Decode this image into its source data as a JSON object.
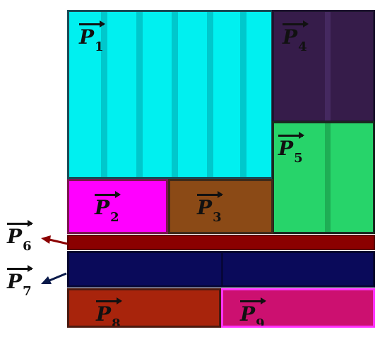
{
  "partitions": [
    {
      "id": "P1",
      "main": "P",
      "sub": "1",
      "fill": "#00f0f0",
      "stripe": "#00c4c8",
      "border": "#1a4a55"
    },
    {
      "id": "P2",
      "main": "P",
      "sub": "2",
      "fill": "#ff00ff",
      "border": "#7a1650"
    },
    {
      "id": "P3",
      "main": "P",
      "sub": "3",
      "fill": "#8b4a16",
      "border": "#3f2a1a"
    },
    {
      "id": "P4",
      "main": "P",
      "sub": "4",
      "fill": "#361c4a",
      "stripe": "#452960",
      "border": "#1e1530"
    },
    {
      "id": "P5",
      "main": "P",
      "sub": "5",
      "fill": "#27d46a",
      "stripe": "#1eae55",
      "border": "#1a2a20"
    },
    {
      "id": "P6",
      "main": "P",
      "sub": "6",
      "fill": "#8b0000",
      "border": "#5a0000"
    },
    {
      "id": "P7",
      "main": "P",
      "sub": "7",
      "fill": "#0a0a5a",
      "border": "#050530"
    },
    {
      "id": "P8",
      "main": "P",
      "sub": "8",
      "fill": "#a8240c",
      "border": "#4a1a10"
    },
    {
      "id": "P9",
      "main": "P",
      "sub": "9",
      "fill": "#cc1070",
      "border": "#ff33ff"
    }
  ],
  "arrow_colors": {
    "p6": "#8b0000",
    "p7": "#0a1a4a"
  }
}
